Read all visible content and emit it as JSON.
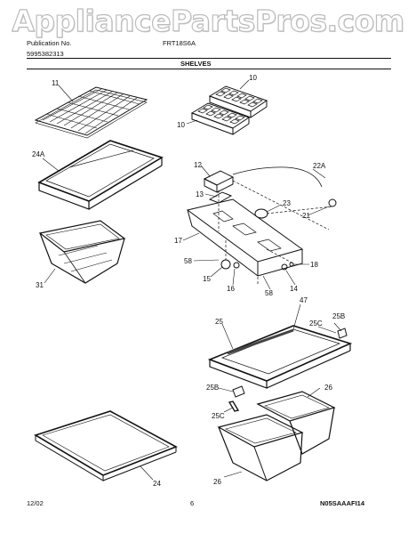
{
  "watermark": "AppliancePartsPros.com",
  "header": {
    "publication_label": "Publication No.",
    "publication_number": "5995382313",
    "model": "FRT18S6A",
    "section": "SHELVES"
  },
  "callouts": [
    "11",
    "10",
    "10",
    "24A",
    "12",
    "22A",
    "13",
    "23",
    "21",
    "17",
    "58",
    "15",
    "16",
    "58",
    "14",
    "18",
    "31",
    "47",
    "25",
    "25C",
    "25B",
    "25B",
    "25C",
    "26",
    "24",
    "26"
  ],
  "footer": {
    "date": "12/02",
    "page": "6",
    "code": "N05SAAAFI14"
  }
}
